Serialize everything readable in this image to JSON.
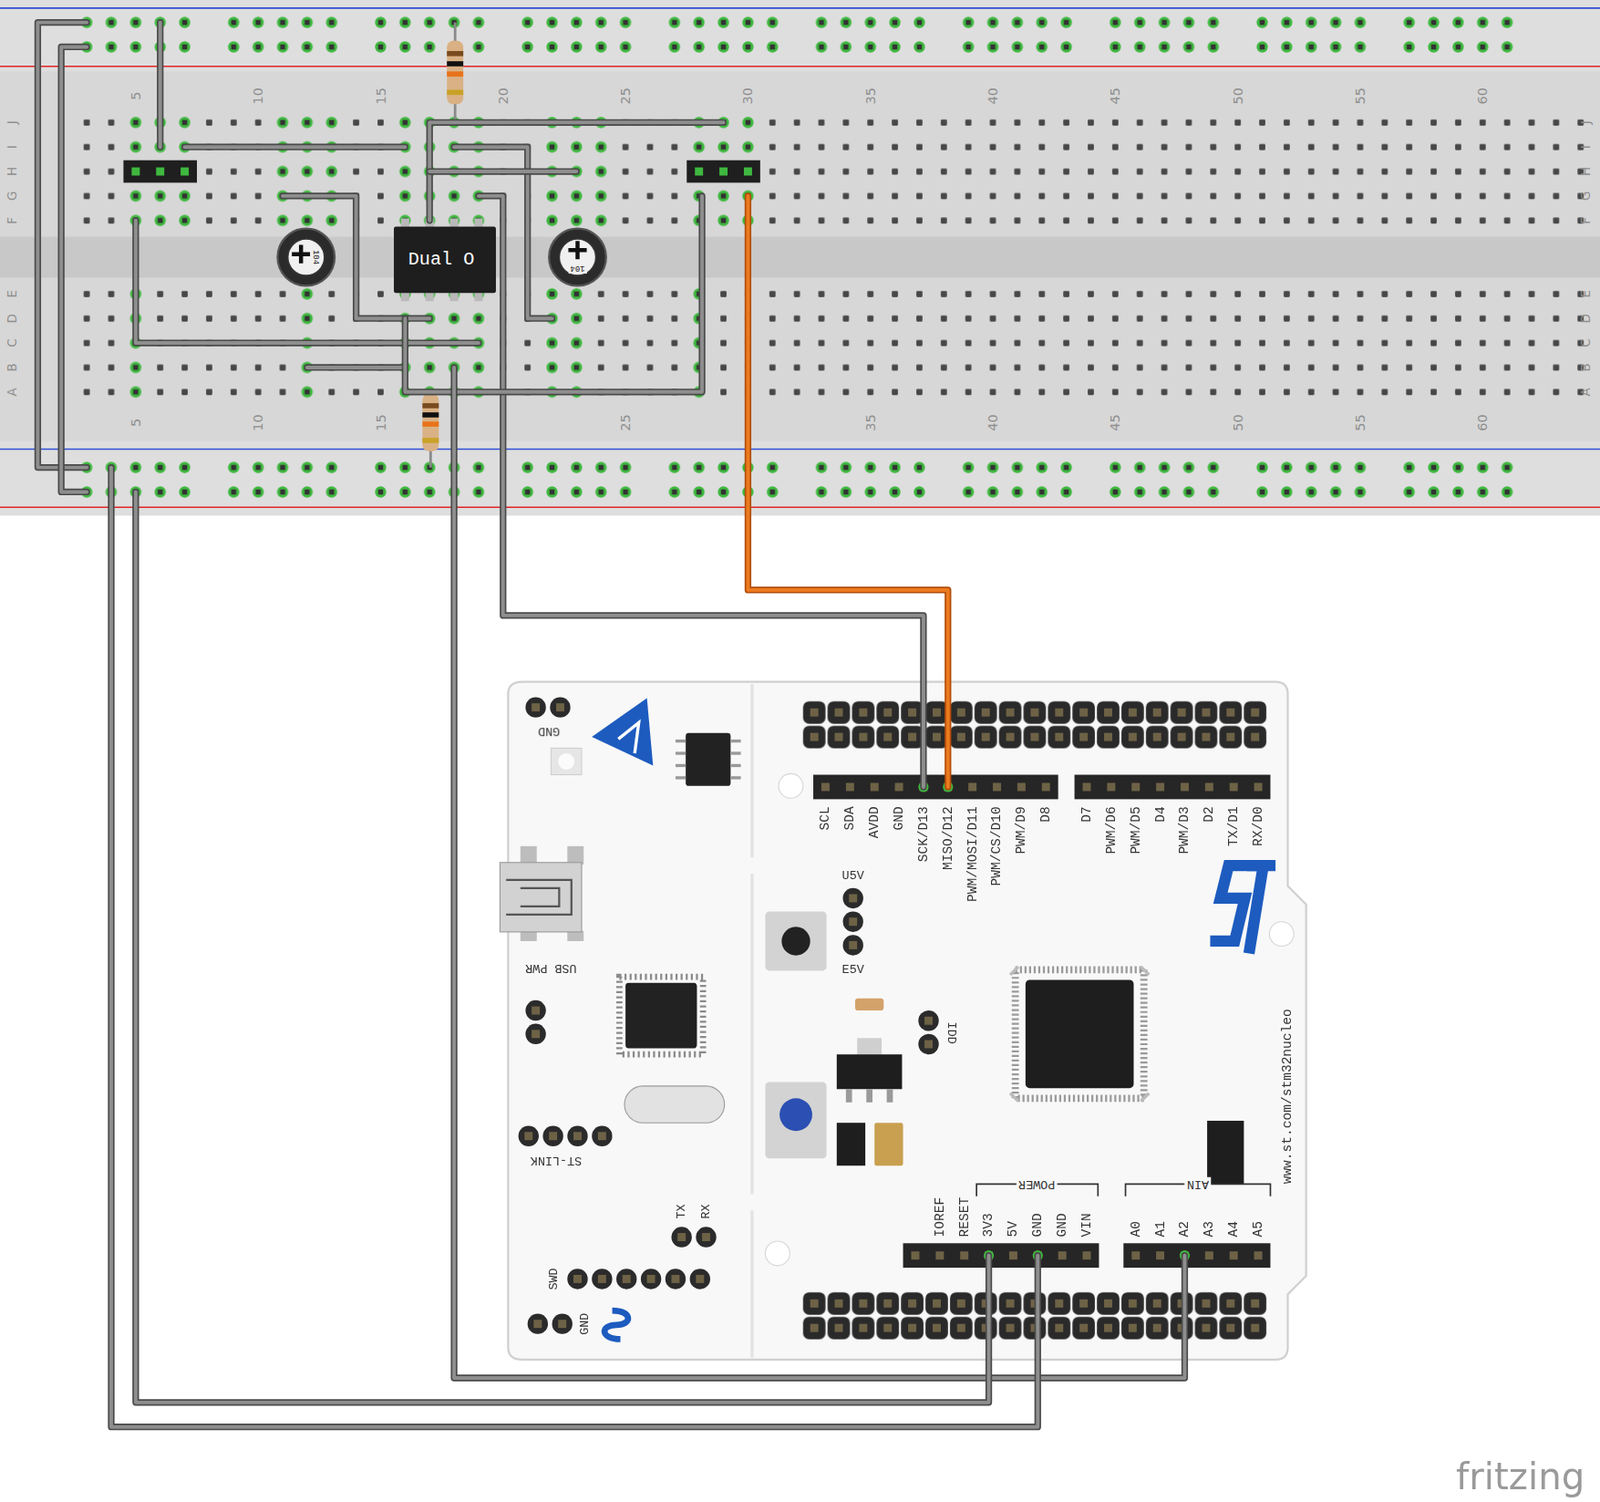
{
  "diagram": {
    "nodes": [
      {
        "text": [
          "Dual O"
        ]
      }
    ],
    "labels": [
      "5",
      "10",
      "15",
      "20",
      "25",
      "30",
      "35",
      "40",
      "45",
      "50",
      "55",
      "60",
      "5",
      "10",
      "15",
      "25",
      "35",
      "40",
      "45",
      "50",
      "55",
      "60",
      "J",
      "I",
      "H",
      "G",
      "F",
      "J",
      "I",
      "H",
      "G",
      "F",
      "E",
      "D",
      "C",
      "B",
      "A",
      "E",
      "D",
      "C",
      "B",
      "A",
      "104",
      "104",
      "GND",
      "USB PWR",
      "SCL",
      "SDA",
      "AVDD",
      "GND",
      "SCK/D13",
      "MISO/D12",
      "PWM/MOSI/D11",
      "PWM/CS/D10",
      "PWM/D9",
      "D8",
      "D7",
      "PWM/D6",
      "PWM/D5",
      "D4",
      "PWM/D3",
      "D2",
      "TX/D1",
      "RX/D0",
      "U5V",
      "E5V",
      "IDD",
      "ST-LINK",
      "TX",
      "RX",
      "SWD",
      "GND",
      "IOREF",
      "RESET",
      "3V3",
      "5V",
      "GND",
      "GND",
      "VIN",
      "POWER",
      "AIN",
      "A0",
      "A1",
      "A2",
      "A3",
      "A4",
      "A5",
      "www.st.com/stm32nucleo",
      "fritzing"
    ]
  }
}
